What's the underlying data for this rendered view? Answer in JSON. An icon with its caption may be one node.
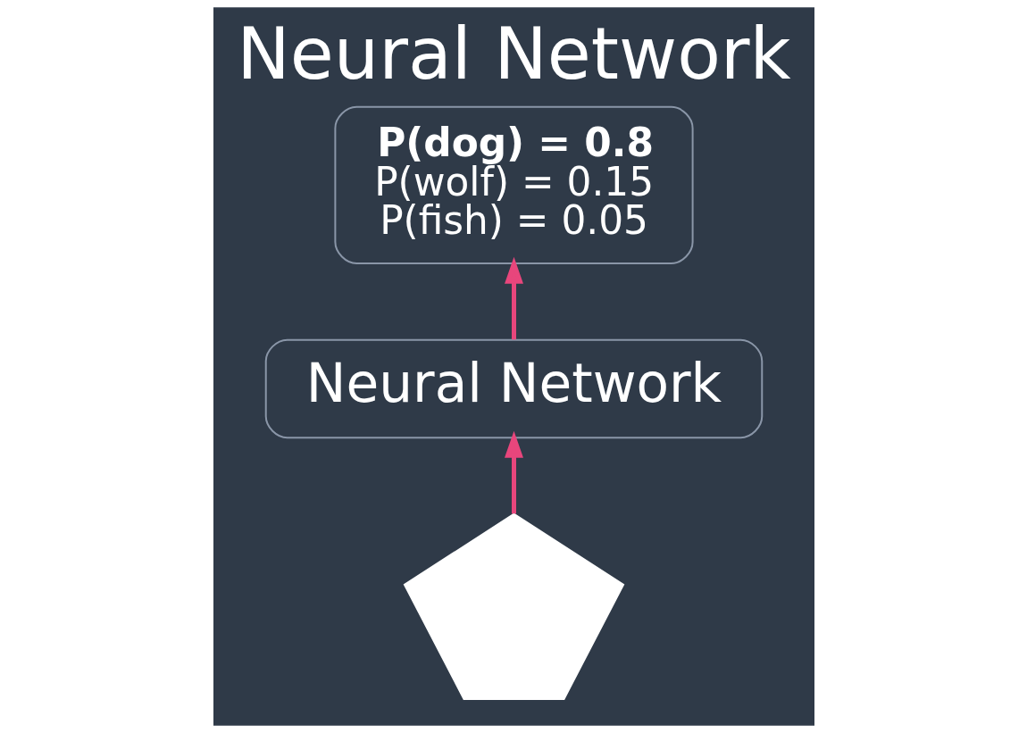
{
  "diagram": {
    "title": "Neural Network",
    "nodes": [
      {
        "text": [
          "P(dog) = 0.8",
          "P(wolf) = 0.15",
          "P(fish) = 0.05"
        ]
      },
      {
        "text": [
          "Neural Network"
        ]
      },
      {
        "text": [],
        "shape": "picture"
      }
    ],
    "edges": [
      {
        "from": 2,
        "to": 1,
        "arrow": "to"
      },
      {
        "from": 1,
        "to": 0,
        "arrow": "to"
      }
    ]
  }
}
